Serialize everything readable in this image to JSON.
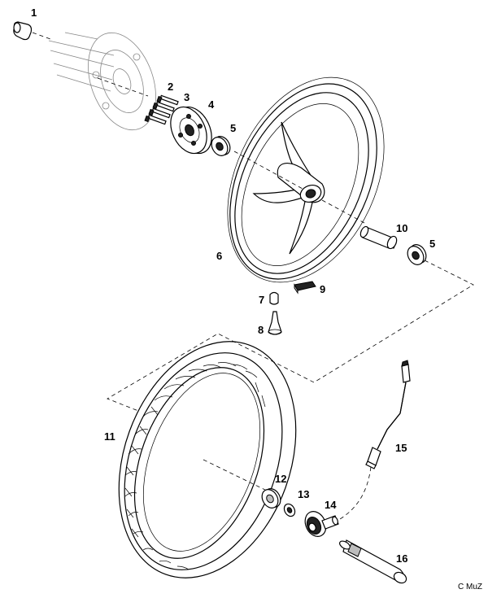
{
  "diagram": {
    "callouts": [
      {
        "id": "c1",
        "text": "1"
      },
      {
        "id": "c2",
        "text": "2"
      },
      {
        "id": "c3",
        "text": "3"
      },
      {
        "id": "c4",
        "text": "4"
      },
      {
        "id": "c5a",
        "text": "5"
      },
      {
        "id": "c5b",
        "text": "5"
      },
      {
        "id": "c6",
        "text": "6"
      },
      {
        "id": "c7",
        "text": "7"
      },
      {
        "id": "c8",
        "text": "8"
      },
      {
        "id": "c9",
        "text": "9"
      },
      {
        "id": "c10",
        "text": "10"
      },
      {
        "id": "c11",
        "text": "11"
      },
      {
        "id": "c12",
        "text": "12"
      },
      {
        "id": "c13",
        "text": "13"
      },
      {
        "id": "c14",
        "text": "14"
      },
      {
        "id": "c15",
        "text": "15"
      },
      {
        "id": "c16",
        "text": "16"
      }
    ],
    "copyright": "C MuZ"
  }
}
